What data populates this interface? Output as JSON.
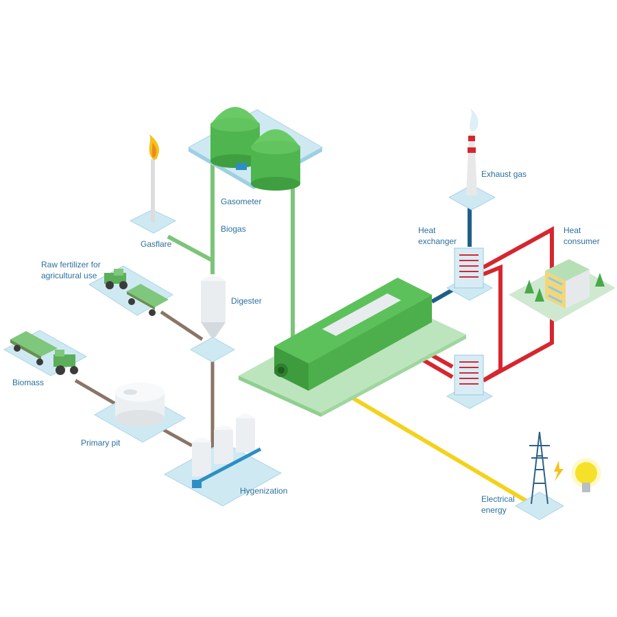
{
  "labels": {
    "gasometer": "Gasometer",
    "biogas": "Biogas",
    "gasflare": "Gasflare",
    "raw_fertilizer_line1": "Raw fertilizer for",
    "raw_fertilizer_line2": "agricultural use",
    "digester": "Digester",
    "biomass": "Biomass",
    "primary_pit": "Primary pit",
    "hygenization": "Hygenization",
    "exhaust_gas": "Exhaust gas",
    "heat_exchanger_line1": "Heat",
    "heat_exchanger_line2": "exchanger",
    "heat_consumer_line1": "Heat",
    "heat_consumer_line2": "consumer",
    "electrical_line1": "Electrical",
    "electrical_line2": "energy"
  },
  "colors": {
    "biogas_pipe": "#7cc47a",
    "sludge_pipe": "#8a7566",
    "hot_water_pipe": "#d7262e",
    "exhaust_pipe": "#1f5f86",
    "electric_line": "#f4d21c",
    "label": "#2b6f9e",
    "tank_green": "#5cc15a",
    "engine_green": "#49b449"
  }
}
